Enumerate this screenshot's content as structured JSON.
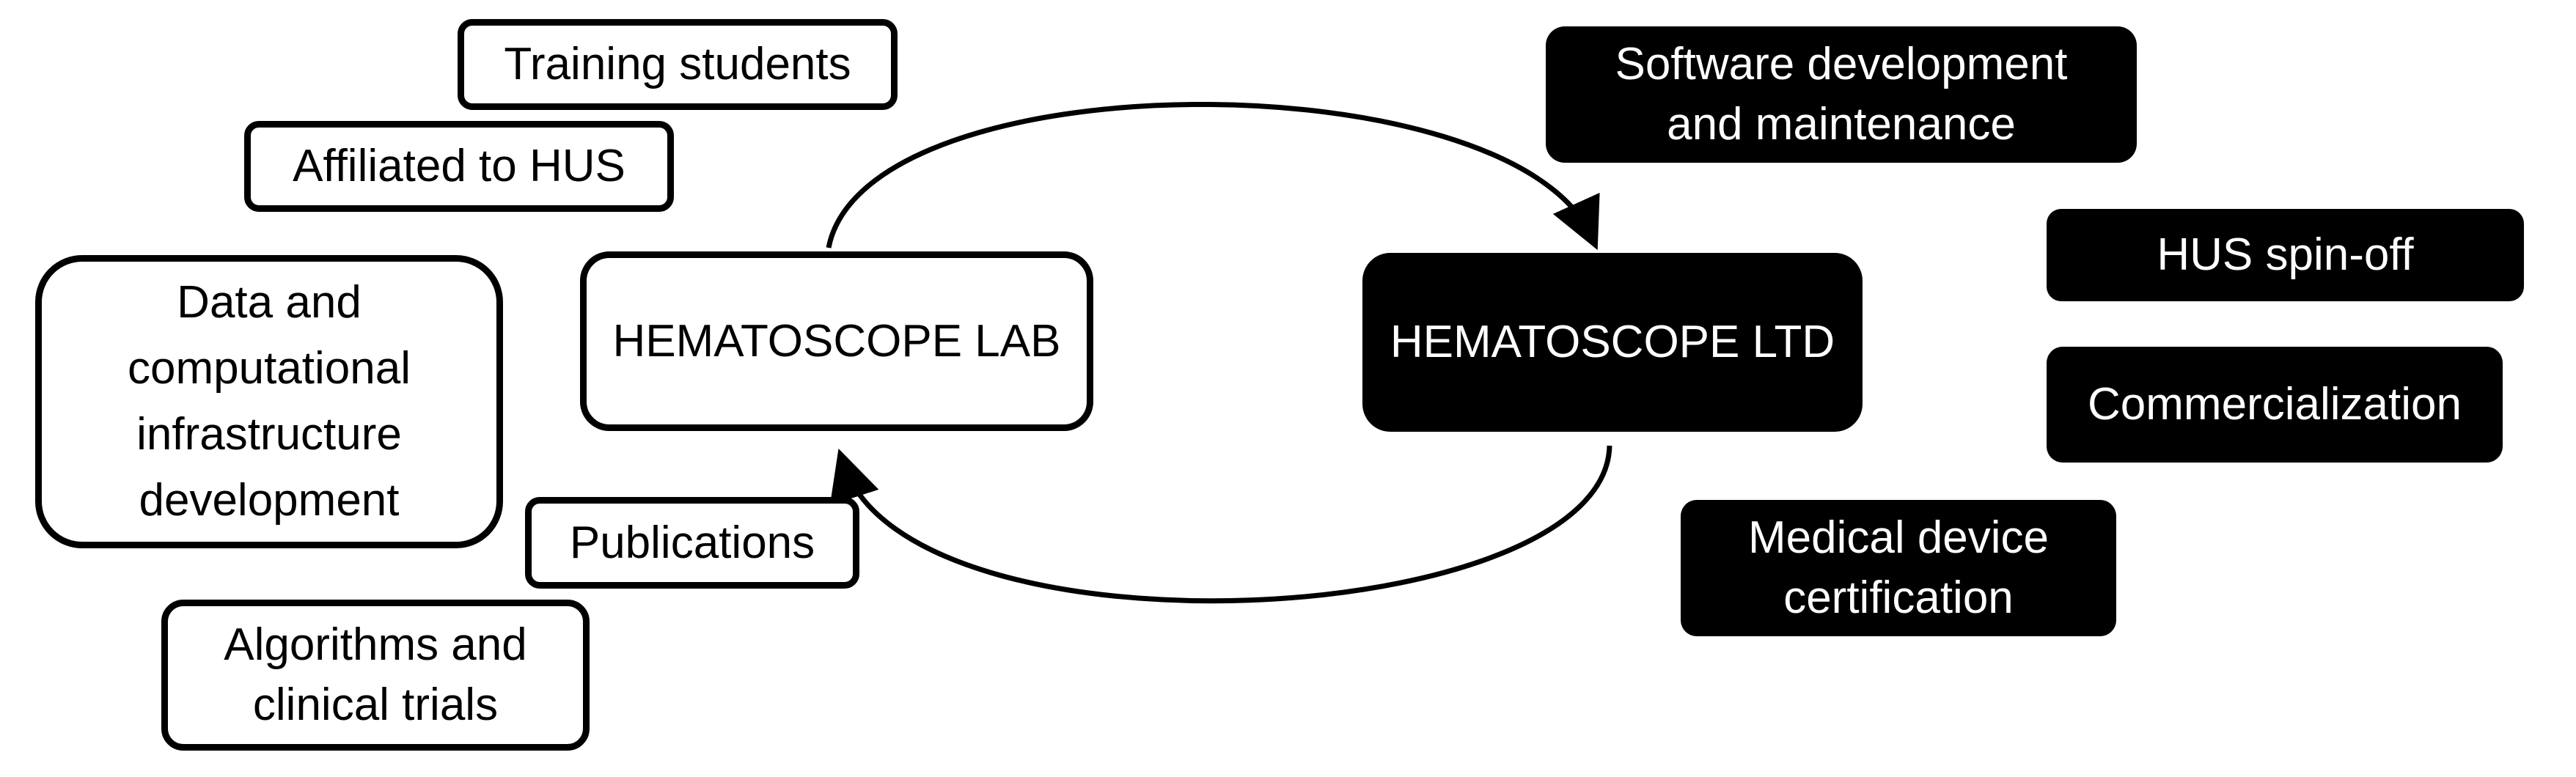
{
  "lab": {
    "title": "HEMATOSCOPE LAB",
    "items": {
      "training": "Training students",
      "affiliated": "Affiliated to HUS",
      "data_infra": [
        "Data and",
        "computational",
        "infrastructure",
        "development"
      ],
      "publications": "Publications",
      "algorithms": [
        "Algorithms and",
        "clinical trials"
      ]
    }
  },
  "ltd": {
    "title": "HEMATOSCOPE LTD",
    "items": {
      "software": [
        "Software development",
        "and maintenance"
      ],
      "spinoff": "HUS spin-off",
      "commercialization": "Commercialization",
      "certification": [
        "Medical device",
        "certification"
      ]
    }
  },
  "colors": {
    "lab_fill": "#ffffff",
    "ltd_fill": "#000000",
    "stroke": "#000000"
  }
}
